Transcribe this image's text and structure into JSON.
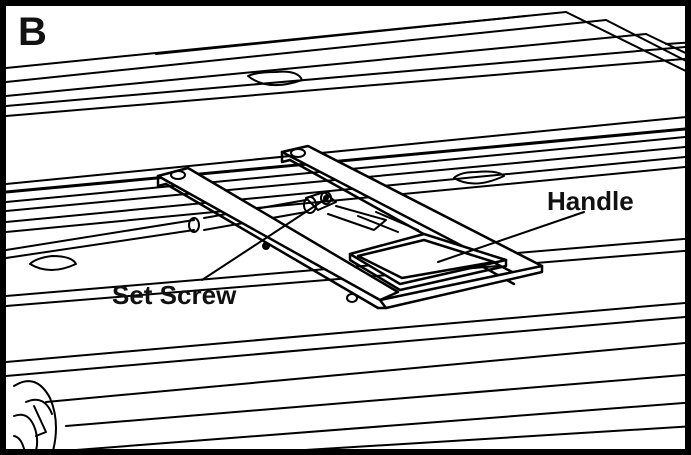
{
  "panel": {
    "letter": "B"
  },
  "callouts": {
    "handle": "Handle",
    "set_screw": "Set Screw"
  },
  "colors": {
    "ink": "#000000",
    "paper": "#ffffff"
  }
}
